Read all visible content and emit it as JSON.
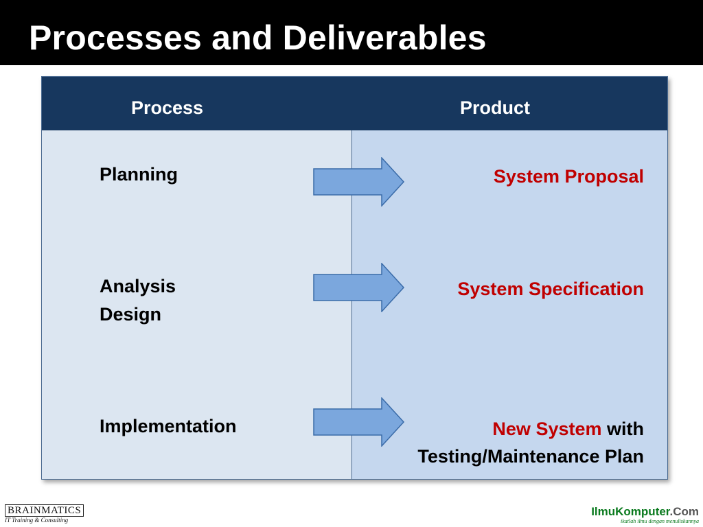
{
  "slide": {
    "title": "Processes and Deliverables"
  },
  "table": {
    "headers": {
      "process": "Process",
      "product": "Product"
    },
    "rows": [
      {
        "process_lines": [
          "Planning"
        ],
        "product_red": "System Proposal",
        "product_rest": "",
        "product_line2": ""
      },
      {
        "process_lines": [
          "Analysis",
          "Design"
        ],
        "product_red": "System Specification",
        "product_rest": "",
        "product_line2": ""
      },
      {
        "process_lines": [
          "Implementation"
        ],
        "product_red": "New System",
        "product_rest": " with",
        "product_line2": "Testing/Maintenance Plan"
      }
    ]
  },
  "footer": {
    "left_brand": "BRAINMATICS",
    "left_sub": "IT Training & Consulting",
    "right_brand_main": "IlmuKomputer",
    "right_brand_domain": ".Com",
    "right_sub": "ikatlah ilmu dengan menuliskannya"
  },
  "colors": {
    "header_bg": "#17375e",
    "left_col_bg": "#dce6f1",
    "right_col_bg": "#c5d7ee",
    "arrow_fill": "#7ba7dd",
    "arrow_stroke": "#3a6ba8",
    "highlight_red": "#c00000"
  }
}
